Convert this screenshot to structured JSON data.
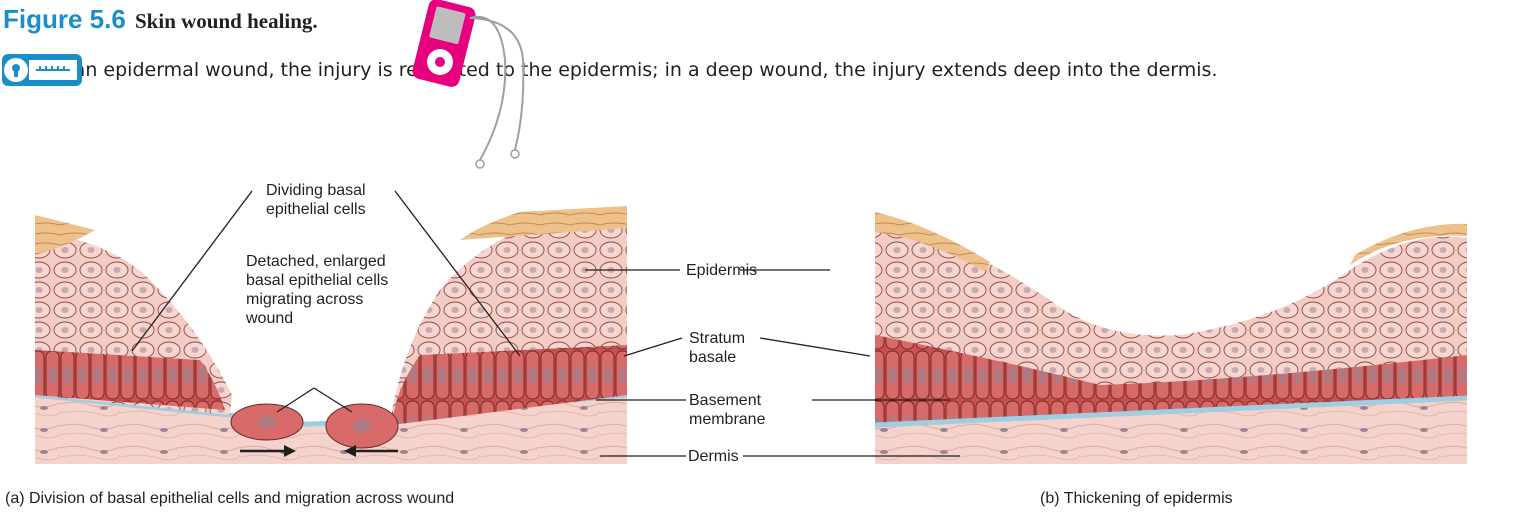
{
  "figure": {
    "number": "Figure 5.6",
    "title": "Skin wound healing.",
    "caption": "In an epidermal wound, the injury is restricted to the epidermis; in a deep wound, the injury extends deep into the dermis."
  },
  "icons": [
    "media-player-icon",
    "key-concept-icon"
  ],
  "panel_a": {
    "label_dividing": "Dividing basal epithelial cells",
    "label_detached": "Detached, enlarged basal epithelial cells migrating across wound",
    "subtitle": "(a) Division of basal epithelial cells and migration across wound"
  },
  "shared_labels": {
    "epidermis": "Epidermis",
    "stratum_basale": "Stratum basale",
    "basement_membrane": "Basement membrane",
    "dermis": "Dermis"
  },
  "panel_b": {
    "subtitle": "(b) Thickening of epidermis"
  },
  "colors": {
    "figure_accent": "#1a8fc7",
    "media_player": "#e6007e",
    "basal_cells": "#d96a6a",
    "spinous_cells": "#f2c3bb",
    "keratin": "#e8b87a",
    "basement_membrane": "#a9d4e6",
    "dermis": "#f4d6cf"
  }
}
